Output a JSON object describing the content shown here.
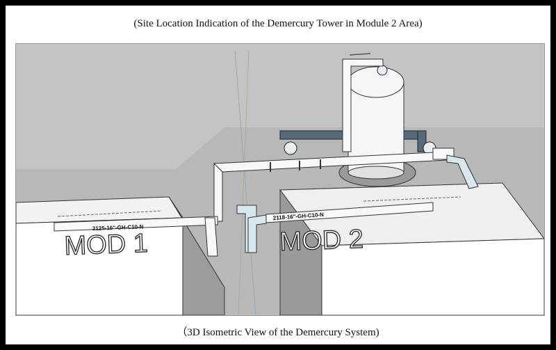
{
  "document": {
    "top_caption": "(Site Location Indication of the Demercury Tower in Module 2 Area)",
    "bottom_caption": "（3D Isometric View of the Demercury System)"
  },
  "figure": {
    "module_1_label": "MOD 1",
    "module_2_label": "MOD 2",
    "pipe_1_tag": "2125-16\"-GH-C10-N",
    "pipe_2_tag": "2118-16\"-GH-C10-N"
  }
}
